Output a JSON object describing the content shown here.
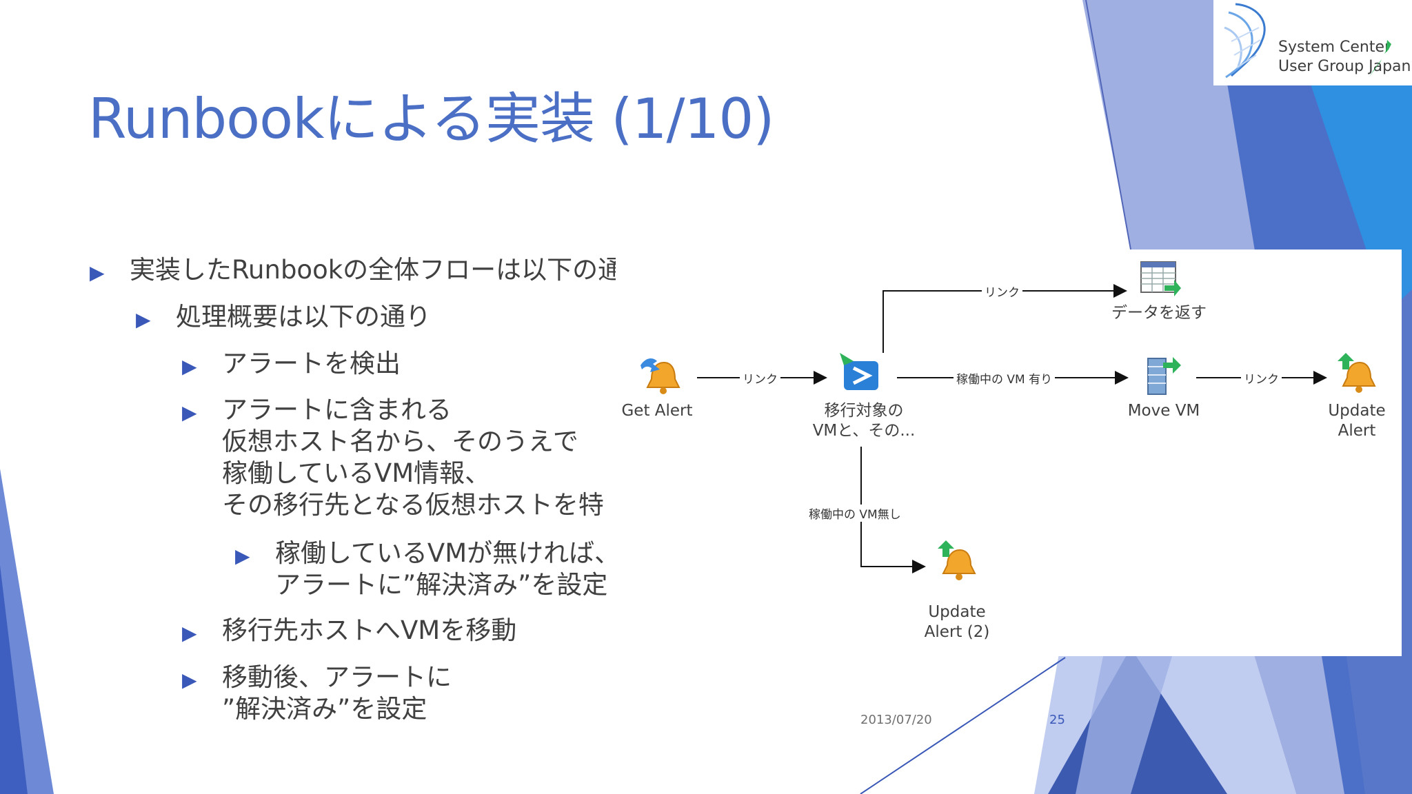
{
  "slide": {
    "title": "Runbookによる実装 (1/10)",
    "date": "2013/07/20",
    "page_number": "25"
  },
  "logo": {
    "line1": "System Center",
    "line2": "User Group Japan"
  },
  "bullets": [
    {
      "level": 1,
      "text": "実装したRunbookの全体フローは以下の通"
    },
    {
      "level": 2,
      "text": "処理概要は以下の通り"
    },
    {
      "level": 3,
      "text": "アラートを検出"
    },
    {
      "level": 3,
      "lines": [
        "アラートに含まれる",
        "仮想ホスト名から、そのうえで",
        "稼働しているVM情報、",
        "その移行先となる仮想ホストを特"
      ]
    },
    {
      "level": 4,
      "lines": [
        "稼働しているVMが無ければ、",
        "アラートに”解決済み”を設定"
      ]
    },
    {
      "level": 3,
      "text": "移行先ホストへVMを移動"
    },
    {
      "level": 3,
      "lines": [
        "移動後、アラートに",
        "”解決済み”を設定"
      ]
    }
  ],
  "workflow": {
    "nodes": {
      "get_alert": {
        "label": "Get Alert",
        "icon": "bell-icon"
      },
      "script": {
        "label_lines": [
          "移行対象の",
          "VMと、その..."
        ],
        "icon": "powershell-icon"
      },
      "return_data": {
        "label": "データを返す",
        "icon": "return-data-icon"
      },
      "move_vm": {
        "label": "Move VM",
        "icon": "server-move-icon"
      },
      "update_alert": {
        "label_lines": [
          "Update",
          "Alert"
        ],
        "icon": "bell-update-icon"
      },
      "update_alert_2": {
        "label_lines": [
          "Update",
          "Alert (2)"
        ],
        "icon": "bell-update-icon"
      }
    },
    "links": {
      "link_label": "リンク",
      "vm_present": "稼働中の VM 有り",
      "vm_absent": "稼働中の VM無し"
    }
  },
  "colors": {
    "title": "#4a6fc4",
    "bullet_mark": "#3a58b8",
    "text": "#404040"
  }
}
